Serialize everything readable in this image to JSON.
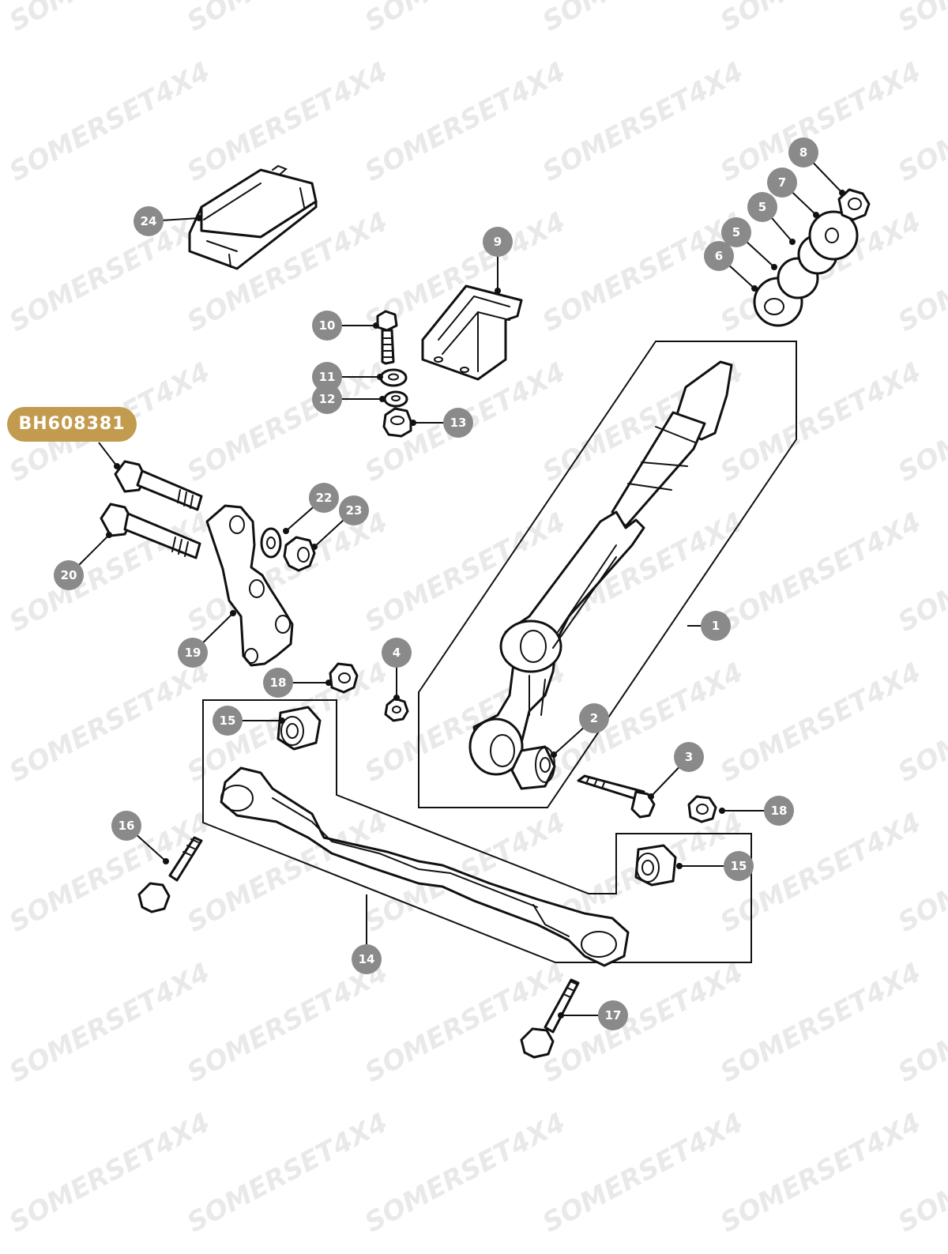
{
  "watermark": "SOMERSET4X4",
  "part_reference": "BH608381",
  "colors": {
    "callout_fill": "#8a8a8a",
    "reference_tag_fill": "#c29b4f",
    "line": "#111111",
    "watermark": "#e9e9e9"
  },
  "callouts": {
    "c1": "1",
    "c2": "2",
    "c3": "3",
    "c4": "4",
    "c5a": "5",
    "c5b": "5",
    "c6": "6",
    "c7": "7",
    "c8": "8",
    "c9": "9",
    "c10": "10",
    "c11": "11",
    "c12": "12",
    "c13": "13",
    "c14": "14",
    "c15a": "15",
    "c15b": "15",
    "c16": "16",
    "c17": "17",
    "c18a": "18",
    "c18b": "18",
    "c19": "19",
    "c20": "20",
    "c22": "22",
    "c23": "23",
    "c24": "24"
  }
}
